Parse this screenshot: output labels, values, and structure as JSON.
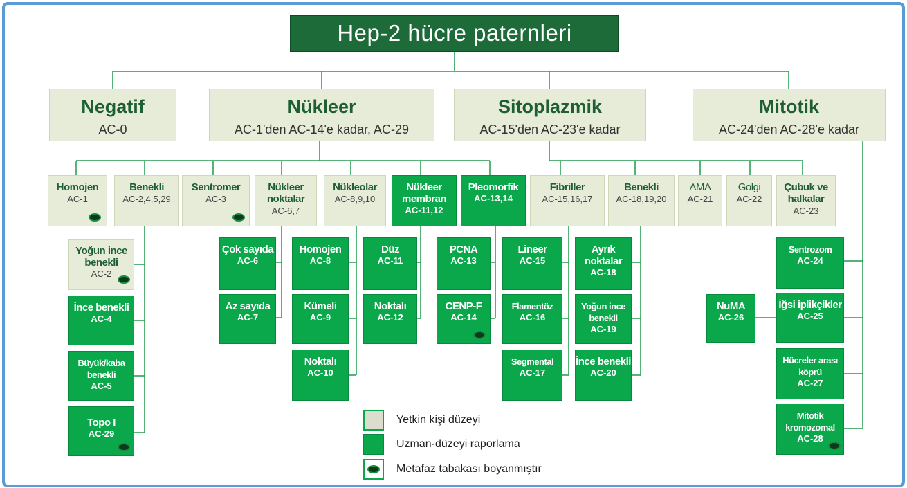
{
  "title": "Hep-2 hücre paternleri",
  "categories": {
    "negatif": {
      "name": "Negatif",
      "code": "AC-0"
    },
    "nukleer": {
      "name": "Nükleer",
      "code": "AC-1'den AC-14'e kadar, AC-29"
    },
    "sitoplazmik": {
      "name": "Sitoplazmik",
      "code": "AC-15'den AC-23'e kadar"
    },
    "mitotik": {
      "name": "Mitotik",
      "code": "AC-24'den AC-28'e kadar"
    }
  },
  "level2": {
    "homojen": {
      "name": "Homojen",
      "code": "AC-1"
    },
    "benekli_n": {
      "name": "Benekli",
      "code": "AC-2,4,5,29"
    },
    "sentromer": {
      "name": "Sentromer",
      "code": "AC-3"
    },
    "nukleer_noktalar": {
      "name": "Nükleer noktalar",
      "code": "AC-6,7"
    },
    "nukleolar": {
      "name": "Nükleolar",
      "code": "AC-8,9,10"
    },
    "nukleer_membran": {
      "name": "Nükleer membran",
      "code": "AC-11,12"
    },
    "pleomorfik": {
      "name": "Pleomorfik",
      "code": "AC-13,14"
    },
    "fibriller": {
      "name": "Fibriller",
      "code": "AC-15,16,17"
    },
    "benekli_s": {
      "name": "Benekli",
      "code": "AC-18,19,20"
    },
    "ama": {
      "name": "AMA",
      "code": "AC-21"
    },
    "golgi": {
      "name": "Golgi",
      "code": "AC-22"
    },
    "cubuk": {
      "name": "Çubuk ve halkalar",
      "code": "AC-23"
    }
  },
  "level3": {
    "yogun_ince_n": {
      "name": "Yoğun ince benekli",
      "code": "AC-2"
    },
    "ince_benekli_n": {
      "name": "İnce benekli",
      "code": "AC-4"
    },
    "buyuk_kaba": {
      "name": "Büyük/kaba benekli",
      "code": "AC-5"
    },
    "topo": {
      "name": "Topo I",
      "code": "AC-29"
    },
    "cok_sayida": {
      "name": "Çok sayıda",
      "code": "AC-6"
    },
    "az_sayida": {
      "name": "Az sayıda",
      "code": "AC-7"
    },
    "homojen8": {
      "name": "Homojen",
      "code": "AC-8"
    },
    "kumeli": {
      "name": "Kümeli",
      "code": "AC-9"
    },
    "noktali10": {
      "name": "Noktalı",
      "code": "AC-10"
    },
    "duz": {
      "name": "Düz",
      "code": "AC-11"
    },
    "noktali12": {
      "name": "Noktalı",
      "code": "AC-12"
    },
    "pcna": {
      "name": "PCNA",
      "code": "AC-13"
    },
    "cenpf": {
      "name": "CENP-F",
      "code": "AC-14"
    },
    "lineer": {
      "name": "Lineer",
      "code": "AC-15"
    },
    "flamentoz": {
      "name": "Flamentöz",
      "code": "AC-16"
    },
    "segmental": {
      "name": "Segmental",
      "code": "AC-17"
    },
    "ayrik": {
      "name": "Ayrık noktalar",
      "code": "AC-18"
    },
    "yogun_ince_s": {
      "name": "Yoğun ince benekli",
      "code": "AC-19"
    },
    "ince_benekli_s": {
      "name": "İnce benekli",
      "code": "AC-20"
    },
    "sentrozom": {
      "name": "Sentrozom",
      "code": "AC-24"
    },
    "numa": {
      "name": "NuMA",
      "code": "AC-26"
    },
    "igsi": {
      "name": "İğsi iplikçikler",
      "code": "AC-25"
    },
    "hucreler_arasi": {
      "name": "Hücreler arası köprü",
      "code": "AC-27"
    },
    "mitotik_krom": {
      "name": "Mitotik kromozomal",
      "code": "AC-28"
    }
  },
  "legend": {
    "competent": "Yetkin kişi düzeyi",
    "expert": "Uzman-düzeyi raporlama",
    "metaphase": "Metafaz tabakası boyanmıştır"
  },
  "colors": {
    "dark_green": "#1e6b3a",
    "expert_green": "#0aa84a",
    "competent_beige": "#e6ecd8",
    "line_green": "#1f9a4a",
    "frame_blue": "#5b9bd5"
  }
}
